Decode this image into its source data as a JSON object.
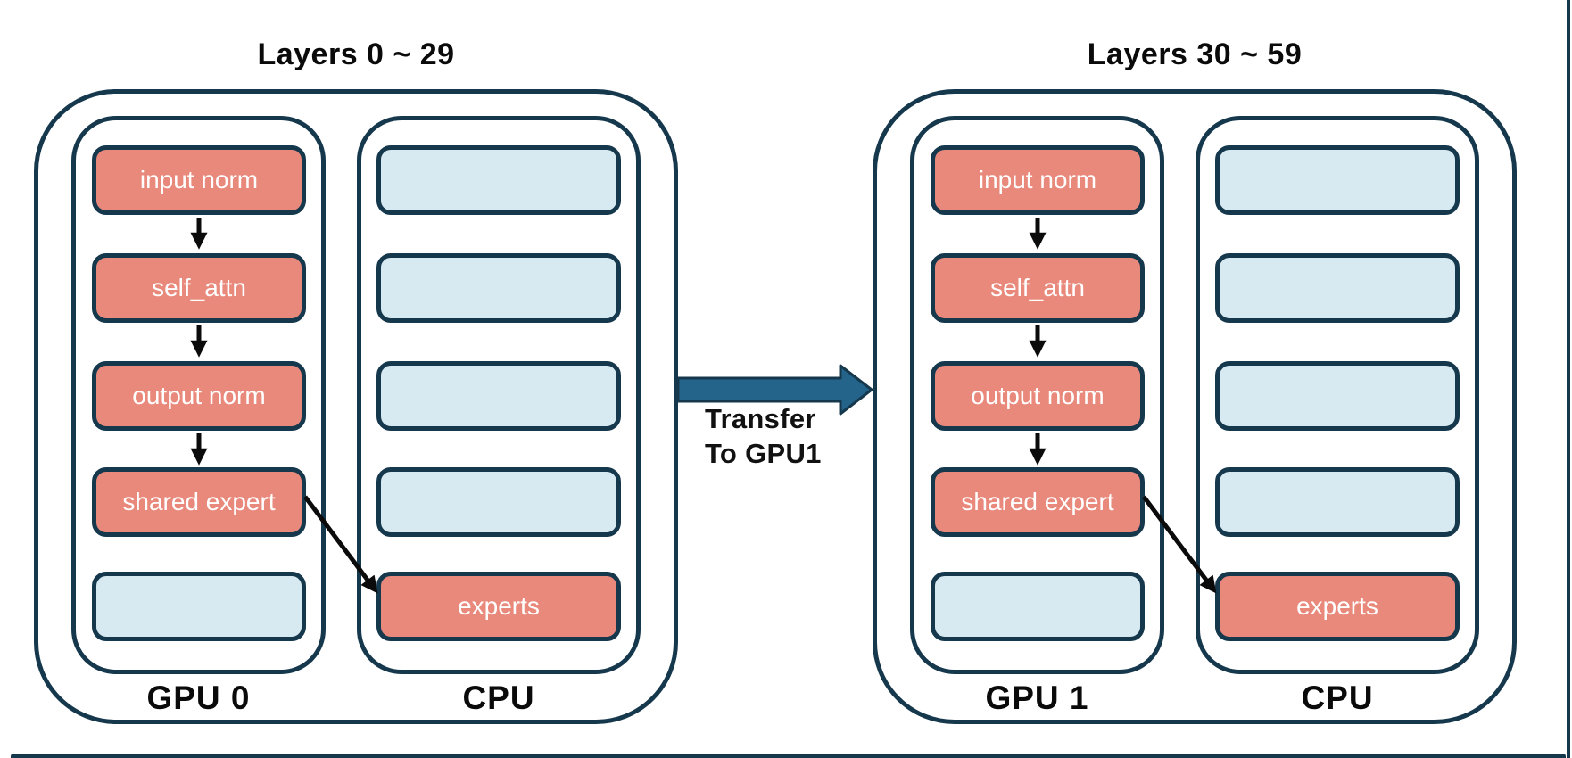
{
  "diagram": {
    "groups": [
      {
        "title": "Layers 0 ~ 29",
        "gpu": {
          "label": "GPU 0",
          "boxes": [
            "input norm",
            "self_attn",
            "output norm",
            "shared expert"
          ]
        },
        "cpu": {
          "label": "CPU",
          "experts_label": "experts"
        }
      },
      {
        "title": "Layers 30 ~ 59",
        "gpu": {
          "label": "GPU 1",
          "boxes": [
            "input norm",
            "self_attn",
            "output norm",
            "shared expert"
          ]
        },
        "cpu": {
          "label": "CPU",
          "experts_label": "experts"
        }
      }
    ],
    "transfer": {
      "line1": "Transfer",
      "line2": "To GPU1"
    },
    "colors": {
      "outline": "#16384D",
      "module_fill": "#E9897C",
      "placeholder_fill": "#D8EAF1",
      "transfer_arrow_fill": "#24648A",
      "flow_arrow": "#0B0B0B",
      "text_dark": "#0A0A0A",
      "text_light": "#FFFFFF",
      "background": "#FFFFFF"
    }
  }
}
